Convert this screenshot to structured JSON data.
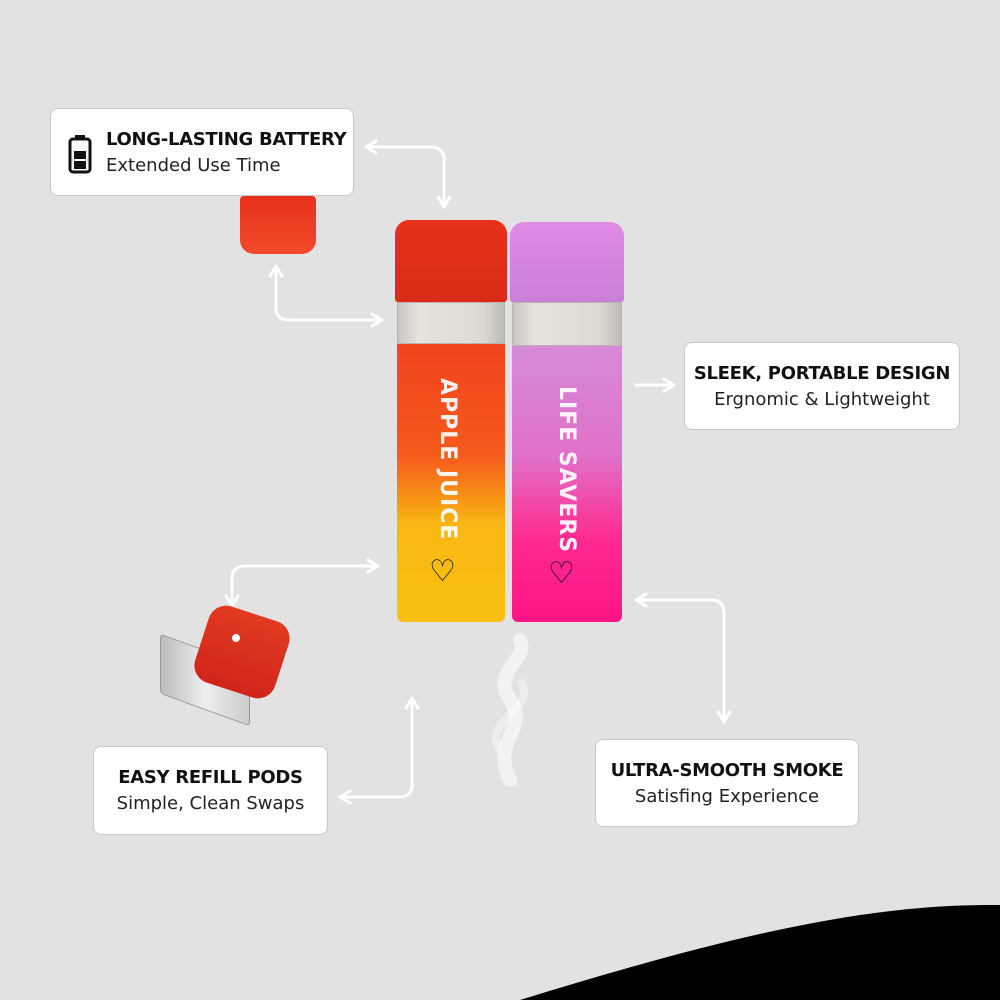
{
  "features": [
    {
      "title": "LONG-LASTING BATTERY",
      "subtitle": "Extended Use Time",
      "icon": "battery-icon"
    },
    {
      "title": "SLEEK, PORTABLE DESIGN",
      "subtitle": "Ergnomic & Lightweight"
    },
    {
      "title": "EASY REFILL PODS",
      "subtitle": "Simple, Clean Swaps"
    },
    {
      "title": "ULTRA-SMOOTH SMOKE",
      "subtitle": "Satisfing Experience"
    }
  ],
  "products": [
    {
      "flavor": "APPLE JUICE",
      "cap_color": "#e8321a",
      "top_color": "#f2431e",
      "bottom_color": "#f8c012"
    },
    {
      "flavor": "LIFE SAVERS",
      "cap_color": "#d88ae0",
      "top_color": "#d68ad8",
      "bottom_color": "#ff1486"
    }
  ],
  "colors": {
    "background": "#e2e2e2",
    "wave": "#000000"
  }
}
